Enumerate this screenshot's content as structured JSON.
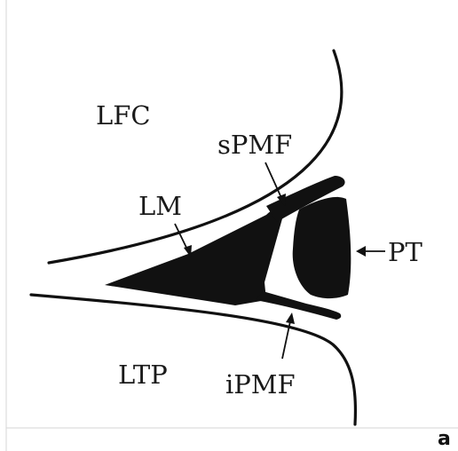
{
  "figure": {
    "panel_letter": "a",
    "labels": {
      "lfc": "LFC",
      "spmf": "sPMF",
      "lm": "LM",
      "pt": "PT",
      "ltp": "LTP",
      "ipmf": "iPMF"
    }
  },
  "colors": {
    "ink": "#111111",
    "frame": "#d6d6d6",
    "background": "#ffffff"
  }
}
